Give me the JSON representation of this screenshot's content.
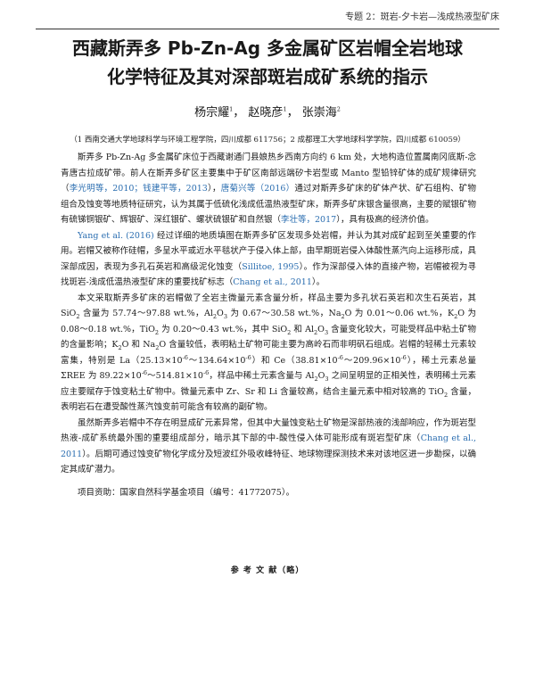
{
  "header": {
    "running_title": "专题 2：斑岩-夕卡岩—浅成热液型矿床"
  },
  "title": {
    "line1": "西藏斯弄多 Pb-Zn-Ag 多金属矿区岩帽全岩地球",
    "line2": "化学特征及其对深部斑岩成矿系统的指示"
  },
  "authors": {
    "a1": "杨宗耀",
    "a1_sup": "1",
    "a2": "赵晓彦",
    "a2_sup": "1",
    "a3": "张崇海",
    "a3_sup": "2",
    "sep": "，"
  },
  "affiliation": "（1 西南交通大学地球科学与环境工程学院，四川成都 611756；2 成都理工大学地球科学学院，四川成都 610059）",
  "paragraphs": {
    "p1": {
      "t1": "斯弄多 Pb-Zn-Ag 多金属矿床位于西藏谢通门县娘热乡西南方向约 6 km 处，大地构造位置属南冈底斯-念青唐古拉成矿带。前人在斯弄多矿区主要集中于矿区南部远端矽卡岩型或 Manto 型铅锌矿体的成矿规律研究（",
      "c1": "李光明等，2010；钱建平等，2013",
      "t2": "），",
      "c2": "唐菊兴等（2016）",
      "t3": "通过对斯弄多矿床的矿体产状、矿石组构、矿物组合及蚀变等地质特征研究，认为其属于低硫化浅成低温热液型矿床，斯弄多矿床银含量很高，主要的赋银矿物有硫锑铜银矿、辉银矿、深红银矿、螺状硫银矿和自然银（",
      "c3": "李壮等，2017",
      "t4": "），具有极高的经济价值。"
    },
    "p2": {
      "c1": "Yang et al. (2016)",
      "t1": " 经过详细的地质填图在斯弄多矿区发现多处岩帽，并认为其对成矿起到至关重要的作用。岩帽又被称作硅帽，多呈水平或近水平毯状产于侵入体上部，由早期斑岩侵入体酸性蒸汽向上运移形成，具深部成因，表现为多孔石英岩和高级泥化蚀变（",
      "c2": "Sillitoe, 1995",
      "t2": "）。作为深部侵入体的直接产物，岩帽被视为寻找斑岩-浅成低温热液型矿床的重要找矿标志（",
      "c3": "Chang et al., 2011",
      "t3": "）。"
    },
    "p3": {
      "t1": "本文采取斯弄多矿床的岩帽做了全岩主微量元素含量分析，样品主要为多孔状石英岩和次生石英岩，其 SiO",
      "t2": " 含量为 57.74～97.88 wt.%，Al",
      "t3": "O",
      "t4": " 为 0.67～30.58 wt.%，Na",
      "t5": "O 为 0.01～0.06 wt.%，K",
      "t6": "O 为 0.08～0.18 wt.%，TiO",
      "t7": " 为 0.20～0.43 wt.%，其中 SiO",
      "t8": " 和 Al",
      "t9": "O",
      "t10": " 含量变化较大，可能受样品中粘土矿物的含量影响；K",
      "t11": "O 和 Na",
      "t12": "O 含量较低，表明粘土矿物可能主要为高岭石而非明矾石组成。岩帽的轻稀土元素较富集，特别是 La（25.13×10",
      "t13": "～134.64×10",
      "t14": "）和 Ce（38.81×10",
      "t15": "～209.96×10",
      "t16": "），稀土元素总量 ΣREE 为 89.22×10",
      "t17": "～514.81×10",
      "t18": "，样品中稀土元素含量与 Al",
      "t19": "O",
      "t20": " 之间呈明显的正相关性，表明稀土元素应主要赋存于蚀变粘土矿物中。微量元素中 Zr、Sr 和 Li 含量较高，结合主量元素中相对较高的 TiO",
      "t21": " 含量，表明岩石在遭受酸性蒸汽蚀变前可能含有较高的副矿物。",
      "sub2": "2",
      "sub3": "3",
      "sup_exp": "-6"
    },
    "p4": {
      "t1": "虽然斯弄多岩帽中不存在明显成矿元素异常，但其中大量蚀变粘土矿物是深部热液的浅部响应，作为斑岩型热液-成矿系统最外围的重要组成部分，暗示其下部的中-酸性侵入体可能形成有斑岩型矿床（",
      "c1": "Chang et al., 2011",
      "t2": "）。后期可通过蚀变矿物化学成分及短波红外吸收峰特征、地球物理探测技术来对该地区进一步勘探，以确定其成矿潜力。"
    },
    "p5": {
      "t1": "项目资助：国家自然科学基金项目（编号：41772075）。"
    }
  },
  "references_heading": "参 考 文 献（略）",
  "colors": {
    "citation": "#2a6db0",
    "text": "#1a1a1a"
  }
}
